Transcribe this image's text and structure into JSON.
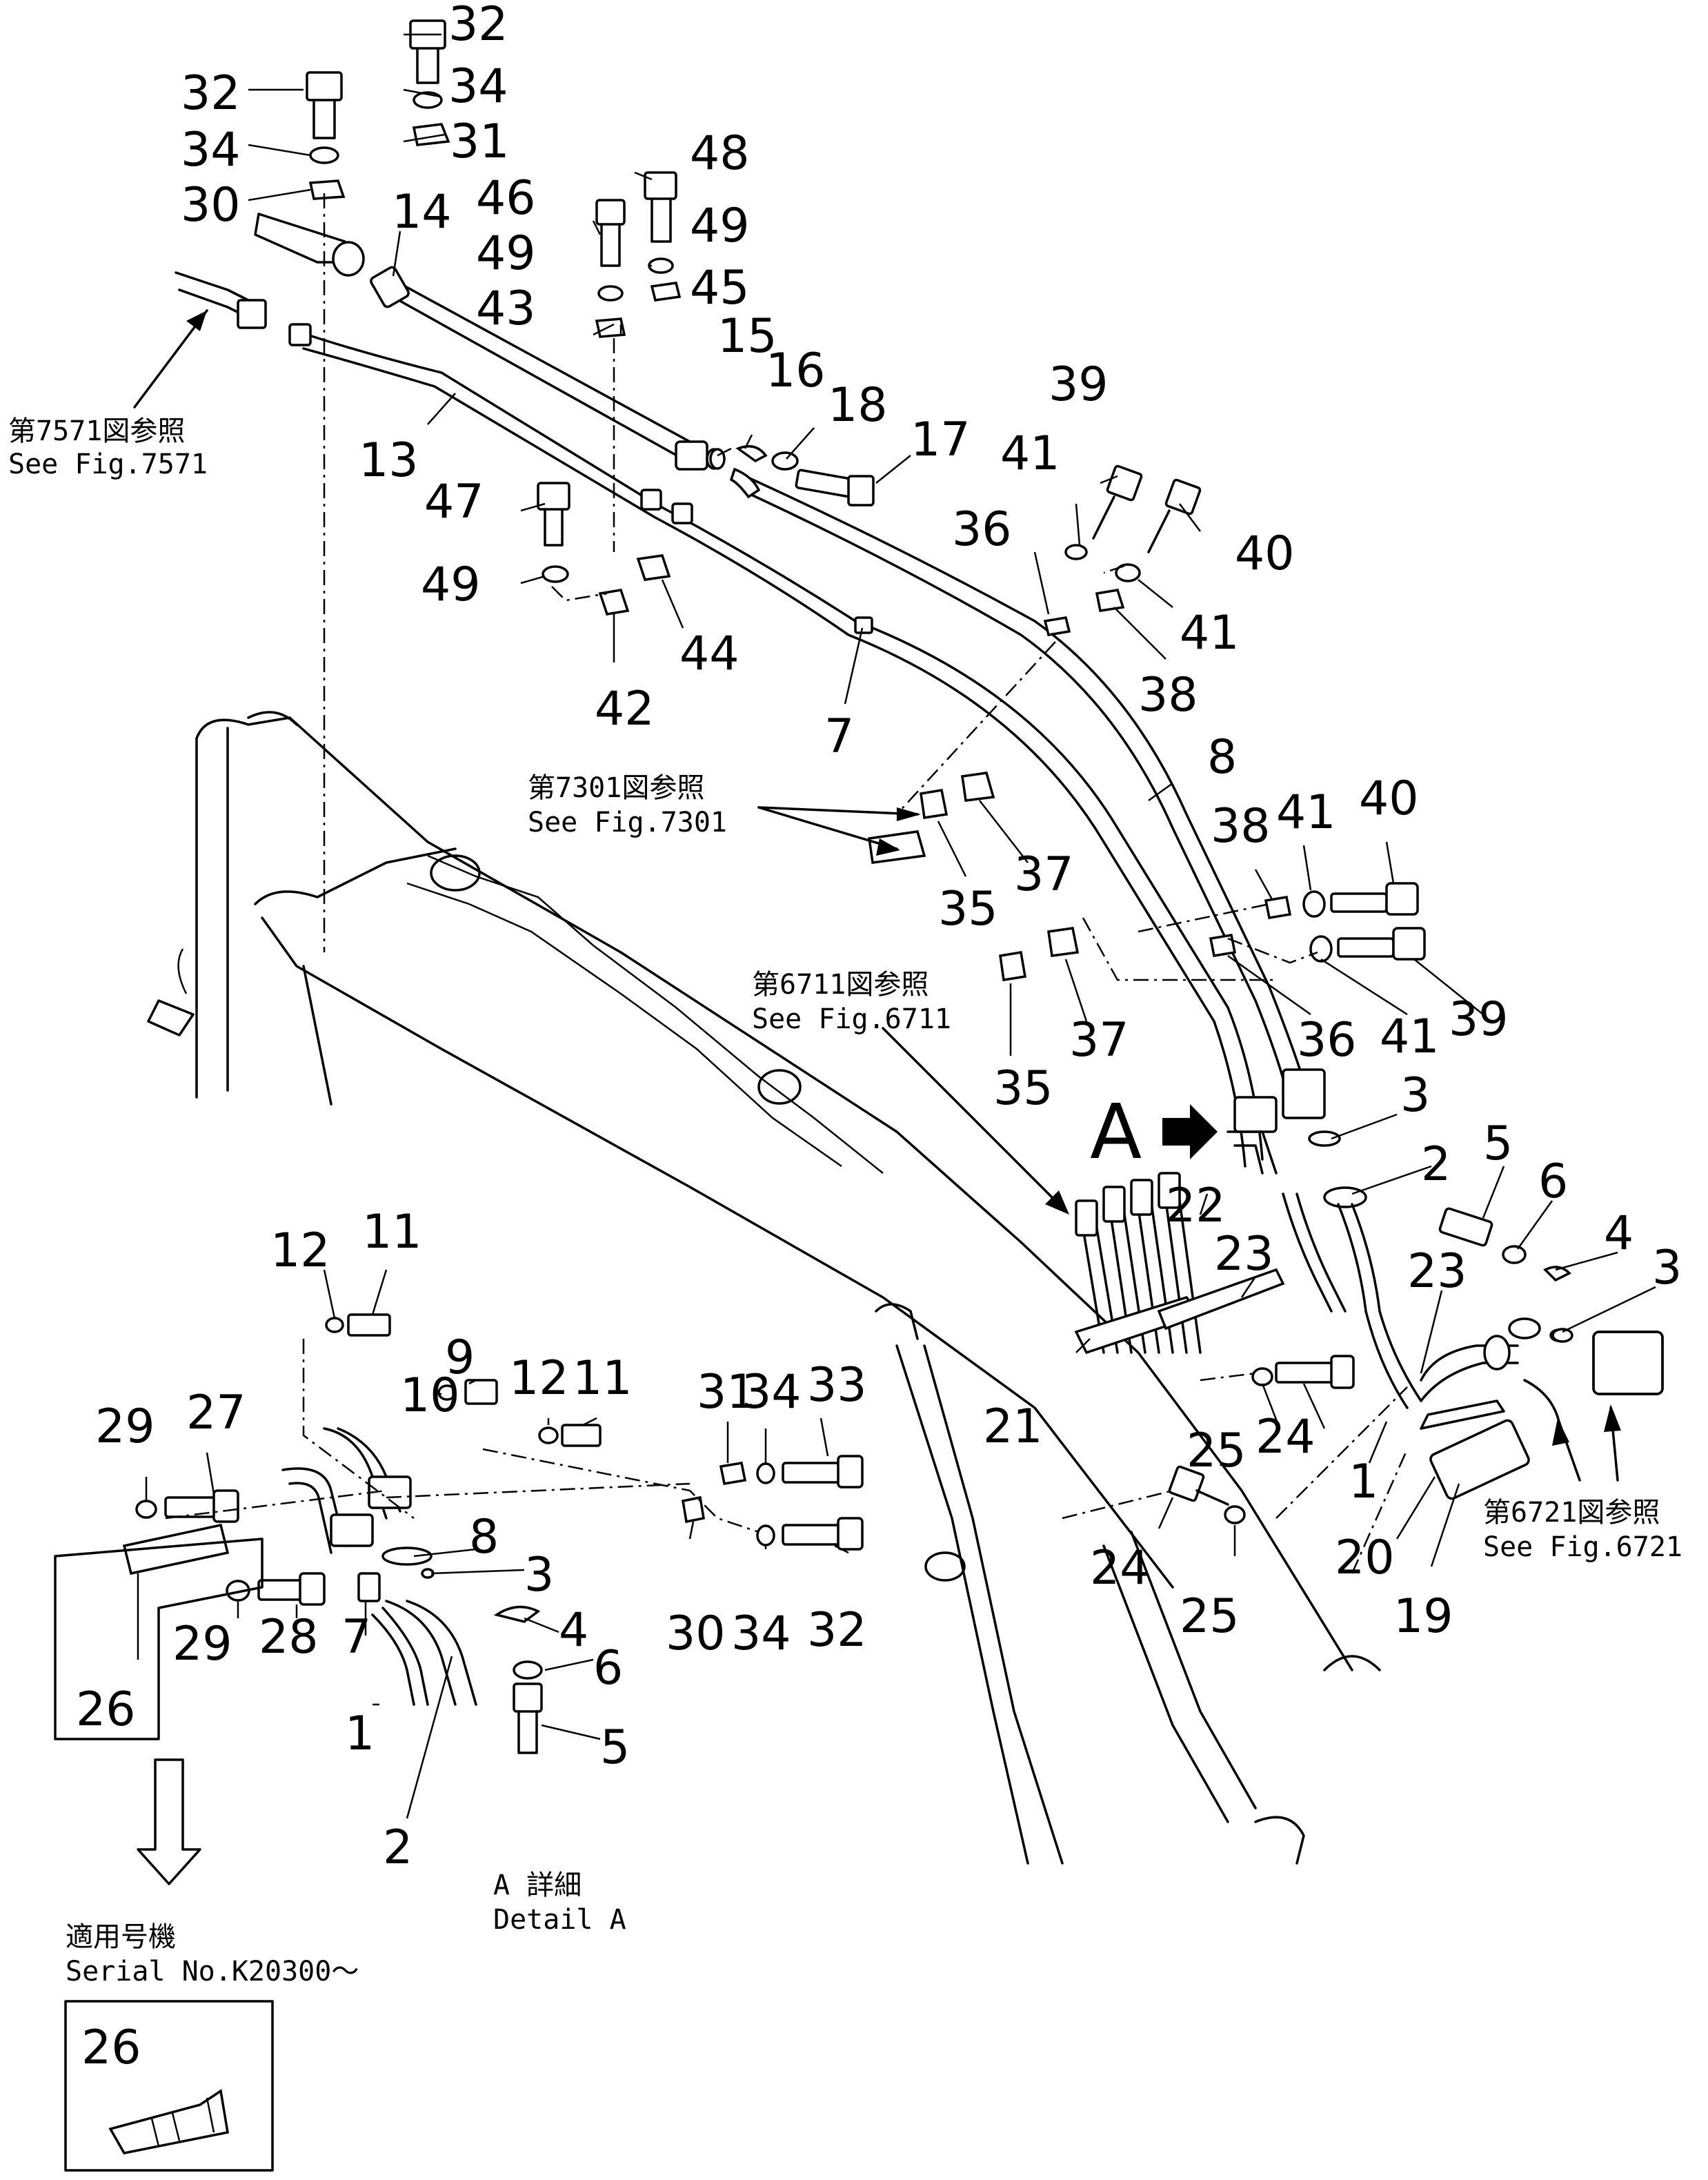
{
  "part_numbers": [
    "1",
    "2",
    "3",
    "4",
    "5",
    "6",
    "7",
    "8",
    "11",
    "12",
    "13",
    "14",
    "15",
    "16",
    "17",
    "18",
    "19",
    "20",
    "21",
    "22",
    "23",
    "24",
    "25",
    "26",
    "27",
    "28",
    "29",
    "30",
    "31",
    "32",
    "33",
    "34",
    "35",
    "36",
    "37",
    "38",
    "39",
    "40",
    "41",
    "42",
    "43",
    "44",
    "45",
    "46",
    "47",
    "48",
    "49"
  ],
  "callouts": [
    {
      "n": "32"
    },
    {
      "n": "34"
    },
    {
      "n": "31"
    },
    {
      "n": "32"
    },
    {
      "n": "34"
    },
    {
      "n": "30"
    },
    {
      "n": "14"
    },
    {
      "n": "46"
    },
    {
      "n": "48"
    },
    {
      "n": "49"
    },
    {
      "n": "49"
    },
    {
      "n": "45"
    },
    {
      "n": "43"
    },
    {
      "n": "15"
    },
    {
      "n": "16"
    },
    {
      "n": "18"
    },
    {
      "n": "17"
    },
    {
      "n": "13"
    },
    {
      "n": "47"
    },
    {
      "n": "49"
    },
    {
      "n": "42"
    },
    {
      "n": "44"
    },
    {
      "n": "7"
    },
    {
      "n": "39"
    },
    {
      "n": "41"
    },
    {
      "n": "36"
    },
    {
      "n": "40"
    },
    {
      "n": "41"
    },
    {
      "n": "38"
    },
    {
      "n": "8"
    },
    {
      "n": "38"
    },
    {
      "n": "41"
    },
    {
      "n": "40"
    },
    {
      "n": "35"
    },
    {
      "n": "37"
    },
    {
      "n": "36"
    },
    {
      "n": "41"
    },
    {
      "n": "39"
    },
    {
      "n": "35"
    },
    {
      "n": "37"
    },
    {
      "n": "3"
    },
    {
      "n": "2"
    },
    {
      "n": "5"
    },
    {
      "n": "6"
    },
    {
      "n": "4"
    },
    {
      "n": "3"
    },
    {
      "n": "22"
    },
    {
      "n": "23"
    },
    {
      "n": "23"
    },
    {
      "n": "21"
    },
    {
      "n": "25"
    },
    {
      "n": "24"
    },
    {
      "n": "1"
    },
    {
      "n": "20"
    },
    {
      "n": "19"
    },
    {
      "n": "24"
    },
    {
      "n": "25"
    },
    {
      "n": "12"
    },
    {
      "n": "11"
    },
    {
      "n": "9"
    },
    {
      "n": "10"
    },
    {
      "n": "12"
    },
    {
      "n": "11"
    },
    {
      "n": "31"
    },
    {
      "n": "34"
    },
    {
      "n": "33"
    },
    {
      "n": "29"
    },
    {
      "n": "27"
    },
    {
      "n": "8"
    },
    {
      "n": "3"
    },
    {
      "n": "4"
    },
    {
      "n": "6"
    },
    {
      "n": "5"
    },
    {
      "n": "30"
    },
    {
      "n": "34"
    },
    {
      "n": "32"
    },
    {
      "n": "29"
    },
    {
      "n": "28"
    },
    {
      "n": "7"
    },
    {
      "n": "1"
    },
    {
      "n": "2"
    },
    {
      "n": "26"
    },
    {
      "n": "26"
    }
  ],
  "view_marker": "A",
  "references": {
    "fig7571_jp": "第7571図参照",
    "fig7571_en": "See Fig.7571",
    "fig7301_jp": "第7301図参照",
    "fig7301_en": "See Fig.7301",
    "fig6711_jp": "第6711図参照",
    "fig6711_en": "See Fig.6711",
    "fig6721_jp": "第6721図参照",
    "fig6721_en": "See Fig.6721"
  },
  "detail": {
    "jp": "A 詳細",
    "en": "Detail A"
  },
  "serial": {
    "jp": "適用号機",
    "en": "Serial No.K20300～"
  }
}
